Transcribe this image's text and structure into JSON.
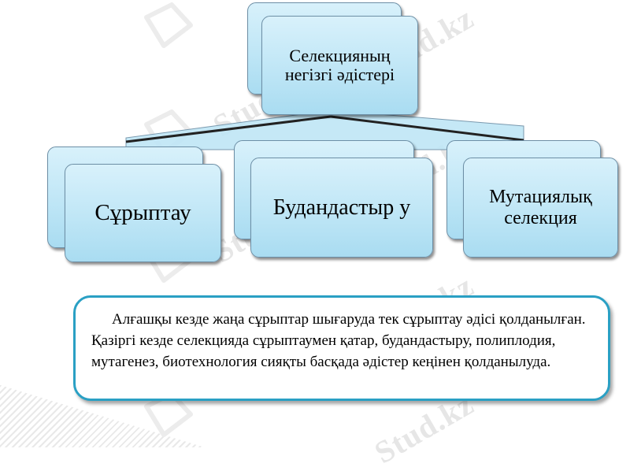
{
  "diagram": {
    "root": {
      "label": "Селекцияның негізгі әдістері"
    },
    "children": [
      {
        "label": "Сұрыптау"
      },
      {
        "label": "Будандастыр у"
      },
      {
        "label": "Мутациялық селекция"
      }
    ]
  },
  "description": "Алғашқы кезде жаңа сұрыптар шығаруда тек сұрыптау әдісі қолданылған. Қазіргі кезде селекцияда сұрыптаумен қатар, будандастыру, полиплодия, мутагенез, биотехнология сияқты басқада әдістер кеңінен қолданылуда.",
  "watermark": "Stud.kz",
  "colors": {
    "box_fill": "#bfe6f6",
    "box_border": "#6d8fa6",
    "text_border": "#2aa0c4"
  }
}
